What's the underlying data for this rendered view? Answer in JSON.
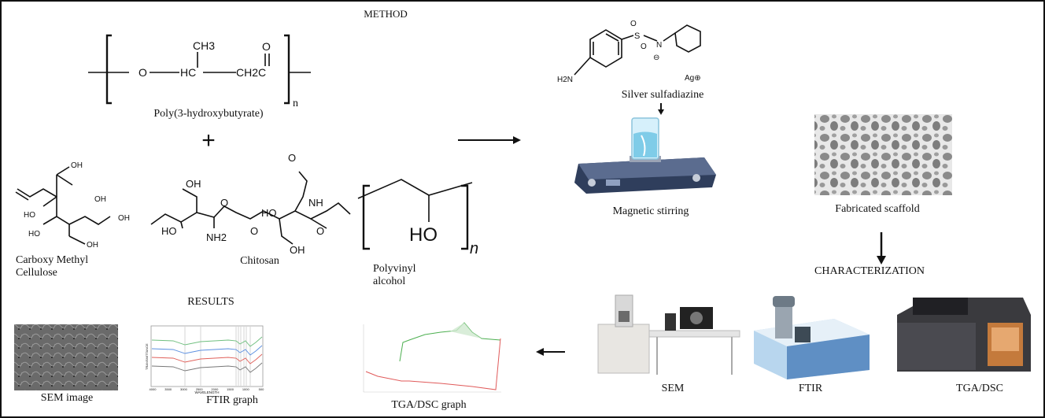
{
  "sections": {
    "method": "METHOD",
    "characterization": "CHARACTERIZATION",
    "results": "RESULTS"
  },
  "materials": {
    "phb": {
      "label": "Poly(3-hydroxybutyrate)",
      "atoms": {
        "ch3": "CH3",
        "o_chain": "O",
        "hc": "HC",
        "ch2c": "CH2C",
        "o_carbonyl": "O",
        "n": "n"
      }
    },
    "plus": "+",
    "cmc": {
      "label_line1": "Carboxy Methyl",
      "label_line2": "Cellulose",
      "atoms": {
        "oh1": "OH",
        "oh2": "OH",
        "ho1": "HO",
        "ho2": "HO",
        "oh3": "OH",
        "oh4": "OH"
      }
    },
    "chitosan": {
      "label": "Chitosan",
      "atoms": {
        "oh1": "OH",
        "ho1": "HO",
        "nh2": "NH2",
        "o1": "O",
        "o2": "O",
        "ho2": "HO",
        "nh": "NH",
        "oh2": "OH",
        "o3": "O",
        "o4": "O"
      }
    },
    "pva": {
      "label_line1": "Polyvinyl",
      "label_line2": "alcohol",
      "atoms": {
        "ho": "HO",
        "n": "n"
      }
    },
    "ssd": {
      "label": "Silver sulfadiazine",
      "atoms": {
        "h2n": "H2N",
        "s": "S",
        "n": "N",
        "ag": "Ag⊕",
        "neg": "⊖",
        "o1": "O",
        "o2": "O"
      }
    }
  },
  "process": {
    "stirring": "Magnetic stirring",
    "scaffold": "Fabricated scaffold"
  },
  "instruments": {
    "sem": "SEM",
    "ftir": "FTIR",
    "tga": "TGA/DSC"
  },
  "results": {
    "sem_image": "SEM image",
    "ftir_graph": "FTIR graph",
    "tga_graph": "TGA/DSC graph",
    "ftir_ylabel": "TRANSMITTANCE",
    "ftir_xlabel": "WAVELENGTH",
    "ftir_ticks": [
      "4000",
      "3500",
      "3000",
      "2500",
      "2000",
      "1500",
      "1000",
      "500"
    ],
    "ftir_colors": [
      "#6fbf7f",
      "#5b8fe0",
      "#e0605a",
      "#777777"
    ],
    "tga_colors": [
      "#4caf50",
      "#e05a5a"
    ]
  },
  "icons": [
    "arrow-right-icon",
    "arrow-down-icon",
    "arrow-left-icon",
    "beaker-on-stirrer-icon",
    "scaffold-texture",
    "sem-instrument-icon",
    "ftir-instrument-icon",
    "tga-instrument-icon"
  ]
}
